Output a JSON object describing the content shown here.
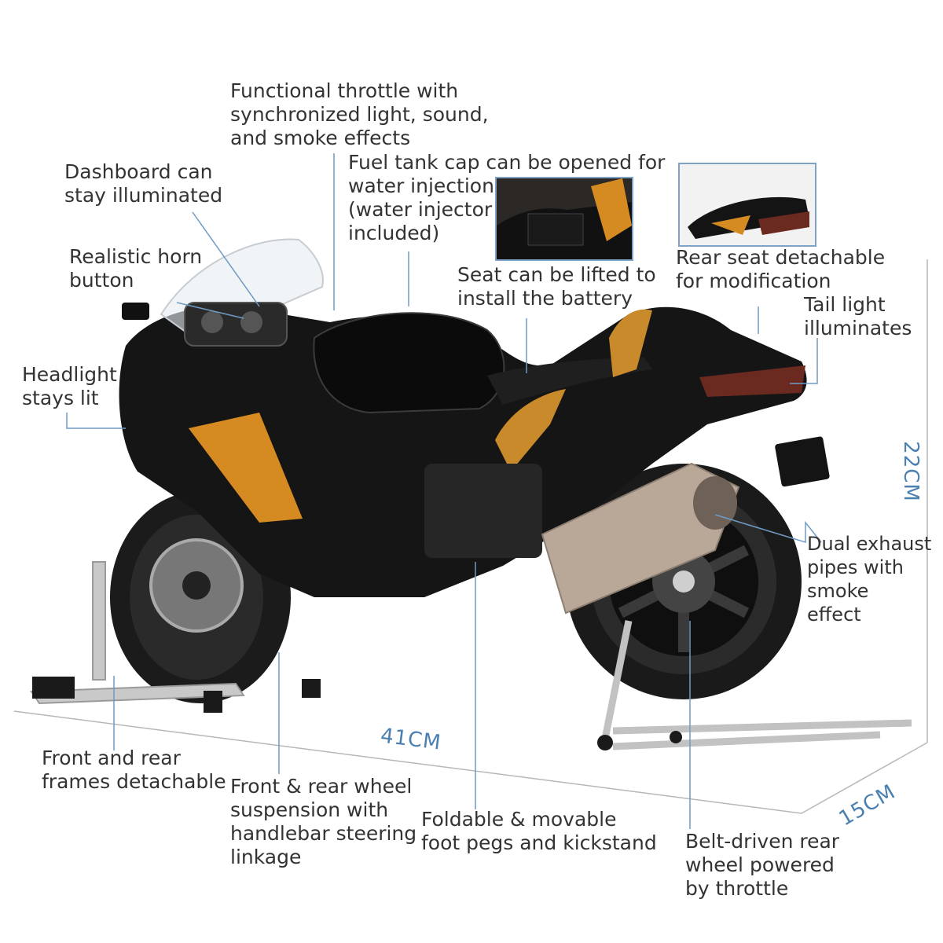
{
  "labels": {
    "throttle": "Functional throttle with\nsynchronized light, sound,\nand smoke effects",
    "dashboard": "Dashboard can\nstay illuminated",
    "fuel_cap": "Fuel tank cap can be opened for\nwater injection\n(water injector\nincluded)",
    "horn": "Realistic horn\nbutton",
    "seat": "Seat can be lifted to\ninstall the battery",
    "rear_seat": "Rear seat detachable\nfor modification",
    "tail_light": "Tail light\nilluminates",
    "headlight": "Headlight\nstays lit",
    "exhaust": "Dual exhaust\npipes with\nsmoke\neffect",
    "frames": "Front and rear\nframes detachable",
    "suspension": "Front & rear wheel\nsuspension with\nhandlebar steering\nlinkage",
    "foot_pegs": "Foldable & movable\nfoot pegs and kickstand",
    "belt": "Belt-driven rear\nwheel powered\nby throttle"
  },
  "dimensions": {
    "length": "41CM",
    "height": "22CM",
    "width": "15CM"
  },
  "colors": {
    "body": "#151515",
    "accent_orange": "#d68a22",
    "exhaust": "#b9a898",
    "callout_line": "#6f9bc4",
    "dimension_text": "#4b7fb0"
  }
}
